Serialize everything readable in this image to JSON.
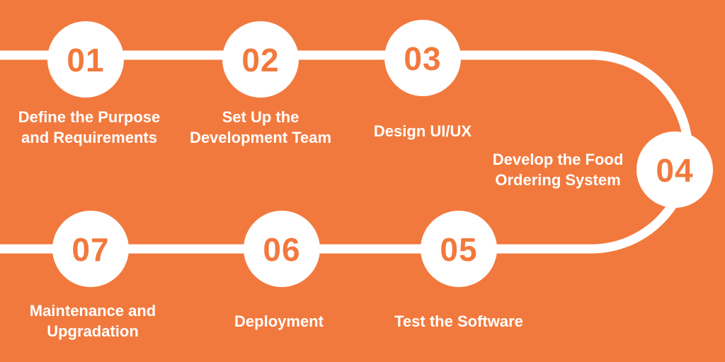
{
  "colors": {
    "background": "#F2793D",
    "line": "#FFFFFF",
    "circle_fill": "#FFFFFF",
    "number": "#F2793D",
    "label": "#FFFFFF"
  },
  "diagram": {
    "type": "process-flow",
    "description": "Seven-step snake flow, steps 01-03 left to right on top row, curving right to 04, then 05-07 right to left on bottom row"
  },
  "steps": [
    {
      "number": "01",
      "label": "Define the Purpose\nand Requirements"
    },
    {
      "number": "02",
      "label": "Set Up the\nDevelopment Team"
    },
    {
      "number": "03",
      "label": "Design UI/UX"
    },
    {
      "number": "04",
      "label": "Develop the Food\nOrdering System"
    },
    {
      "number": "05",
      "label": "Test the Software"
    },
    {
      "number": "06",
      "label": "Deployment"
    },
    {
      "number": "07",
      "label": "Maintenance and\nUpgradation"
    }
  ]
}
